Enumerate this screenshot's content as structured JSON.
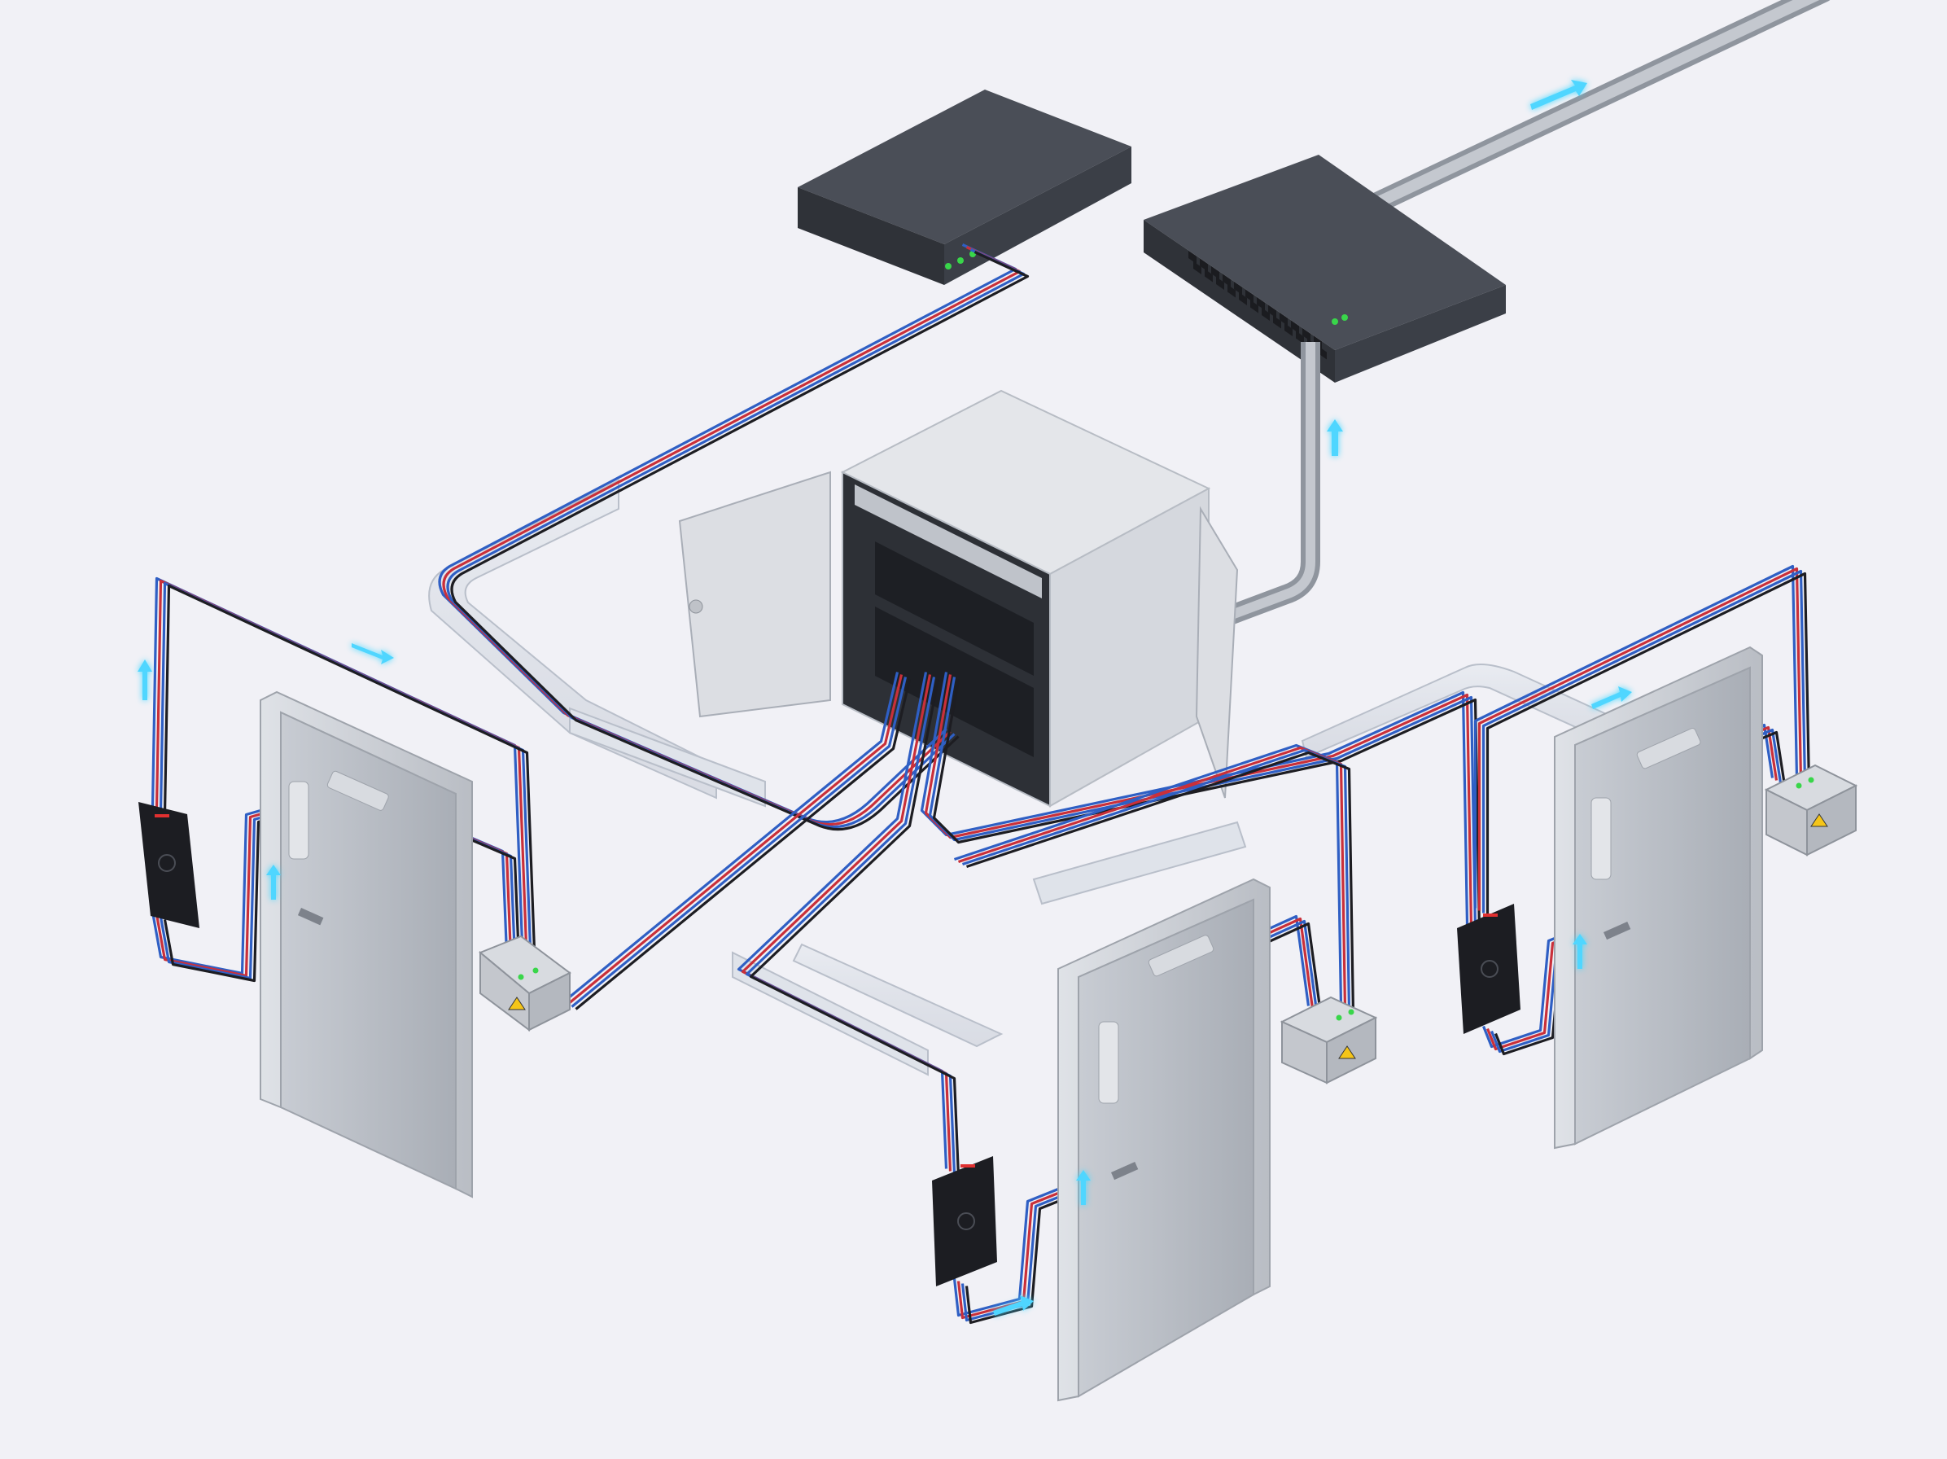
{
  "diagram": {
    "kind": "isometric access-control wiring illustration",
    "text_labels": [],
    "components": {
      "controller_unit": {
        "icon": "network-appliance-icon",
        "status_leds": "green"
      },
      "network_switch": {
        "icon": "network-switch-icon",
        "port_rows": 2,
        "ports_per_row": 12,
        "uplink": "grey conduit"
      },
      "rack_cabinet": {
        "icon": "server-rack-icon",
        "doors": "open",
        "devices": 2
      },
      "doors": [
        {
          "id": "door-left",
          "reader": "card-reader",
          "lock": "electric-strike",
          "closer": true
        },
        {
          "id": "door-center",
          "reader": "card-reader",
          "lock": "electric-strike",
          "closer": true
        },
        {
          "id": "door-right",
          "reader": "card-reader",
          "lock": "electric-strike",
          "closer": true
        }
      ]
    },
    "cable_colors": {
      "signal": "#2f5fc4",
      "power": "#c9303a",
      "ground": "#1d1d22",
      "conduit": "#9ea4ad"
    },
    "accent_colors": {
      "led": "#39d64a",
      "warning": "#f5c518",
      "flow_arrow": "#4fd6ff",
      "background": "#f1f1f6"
    }
  }
}
